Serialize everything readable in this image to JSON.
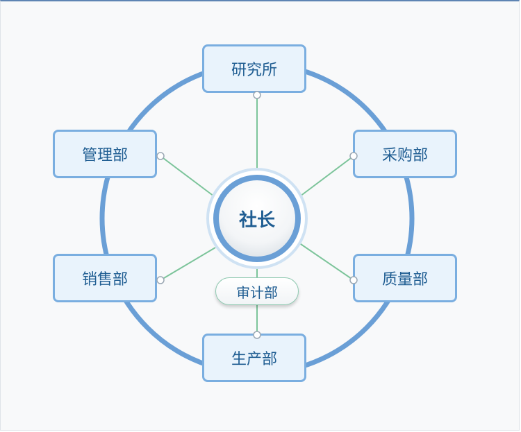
{
  "center": {
    "label": "社长"
  },
  "departments": {
    "research": "研究所",
    "management": "管理部",
    "purchasing": "采购部",
    "sales": "销售部",
    "quality": "质量部",
    "production": "生产部"
  },
  "audit": {
    "label": "审计部"
  },
  "colors": {
    "ring": "#6a9fd6",
    "connector": "#7cc49a",
    "box_border": "#7aaee0",
    "box_fill": "#e9f3fc",
    "text": "#1f5d92"
  }
}
